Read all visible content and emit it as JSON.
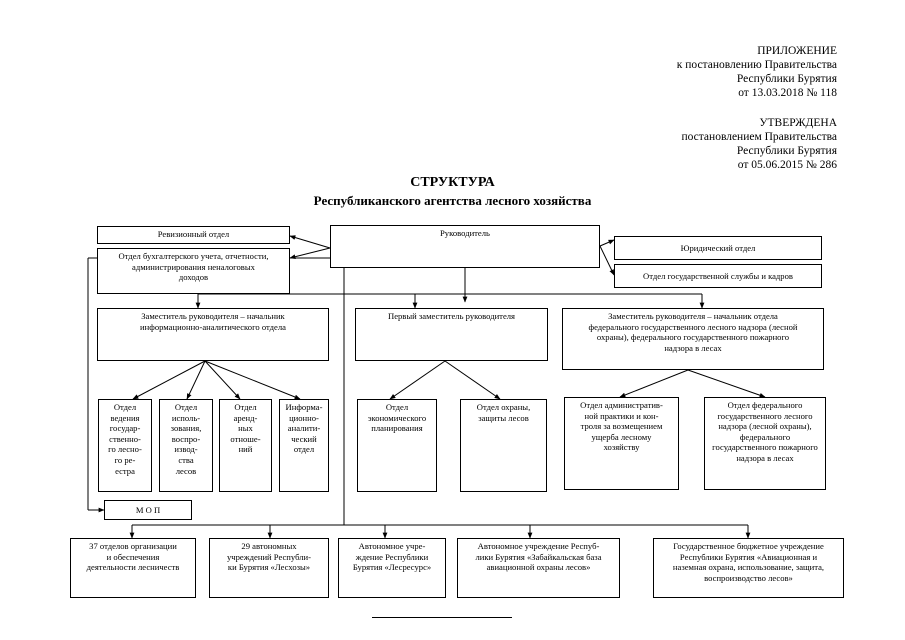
{
  "header": {
    "appendix": [
      "ПРИЛОЖЕНИЕ",
      "к постановлению Правительства",
      "Республики Бурятия",
      "от 13.03.2018  № 118"
    ],
    "approved": [
      "УТВЕРЖДЕНА",
      "постановлением Правительства",
      "Республики Бурятия",
      "от 05.06.2015 № 286"
    ]
  },
  "title": {
    "line1": "СТРУКТУРА",
    "line2": "Республиканского агентства лесного хозяйства"
  },
  "boxes": {
    "head": "Руководитель",
    "revision": "Ревизионный отдел",
    "accounting": "Отдел бухгалтерского учета, отчетности,\nадминистрирования неналоговых\nдоходов",
    "legal": "Юридический отдел",
    "civil_service": "Отдел государственной службы и кадров",
    "deputy_info": "Заместитель руководителя – начальник\nинформационно-аналитического отдела",
    "first_deputy": "Первый заместитель руководителя",
    "deputy_supervision": "Заместитель руководителя – начальник отдела\nфедерального государственного лесного надзора (лесной\nохраны), федерального государственного пожарного\nнадзора в лесах",
    "forest_register": "Отдел\nведения\nгосудар-\nственно-\nго лесно-\nго ре-\nестра",
    "forest_use": "Отдел\nисполь-\nзования,\nвоспро-\nизвод-\nства\nлесов",
    "lease": "Отдел\nаренд-\nных\nотноше-\nний",
    "info_analytic": "Информа-\nционно-\nаналити-\nческий\nотдел",
    "economic": "Отдел\nэкономического\nпланирования",
    "protection": "Отдел охраны,\nзащиты лесов",
    "admin_practice": "Отдел административ-\nной практики и кон-\nтроля за возмещением\nущерба лесному\nхозяйству",
    "federal_supervision": "Отдел федерального\nгосударственного лесного\nнадзора (лесной охраны),\nфедерального\nгосударственного пожарного\nнадзора в лесах",
    "mop": "М О П",
    "forestry_depts": "37 отделов организации\nи обеспечения\nдеятельности лесничеств",
    "leskhozy": "29 автономных\nучреждений Республи-\nки Бурятия «Лесхозы»",
    "lesresurs": "Автономное учре-\nждение Республики\nБурятия «Лесресурс»",
    "avia_base": "Автономное учреждение Респуб-\nлики Бурятия «Забайкальская база\nавиационной охраны лесов»",
    "avialesookhrana": "Государственное бюджетное учреждение\nРеспублики Бурятия «Авиационная и\nназемная охрана, использование, защита,\nвоспроизводство лесов»"
  }
}
